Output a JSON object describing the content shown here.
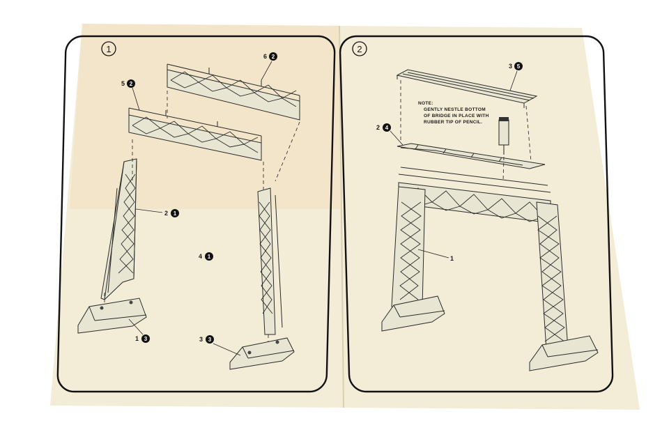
{
  "colors": {
    "paper_left": "#f3e9cf",
    "paper_right": "#f4f0dc",
    "ink": "#1a1a1a",
    "background": "#ffffff"
  },
  "panels": [
    {
      "step": "1",
      "callouts": [
        {
          "qty": "6",
          "part": "2"
        },
        {
          "qty": "5",
          "part": "2"
        },
        {
          "qty": "2",
          "part": "1"
        },
        {
          "qty": "4",
          "part": "1"
        },
        {
          "qty": "1",
          "part": "3"
        },
        {
          "qty": "3",
          "part": "3"
        }
      ]
    },
    {
      "step": "2",
      "callouts": [
        {
          "qty": "3",
          "part": "5"
        },
        {
          "qty": "2",
          "part": "4"
        },
        {
          "qty": "1",
          "part": ""
        }
      ],
      "note_lines": [
        "NOTE:",
        "GENTLY NESTLE BOTTOM",
        "OF BRIDGE IN PLACE WITH",
        "RUBBER TIP OF PENCIL."
      ]
    }
  ]
}
